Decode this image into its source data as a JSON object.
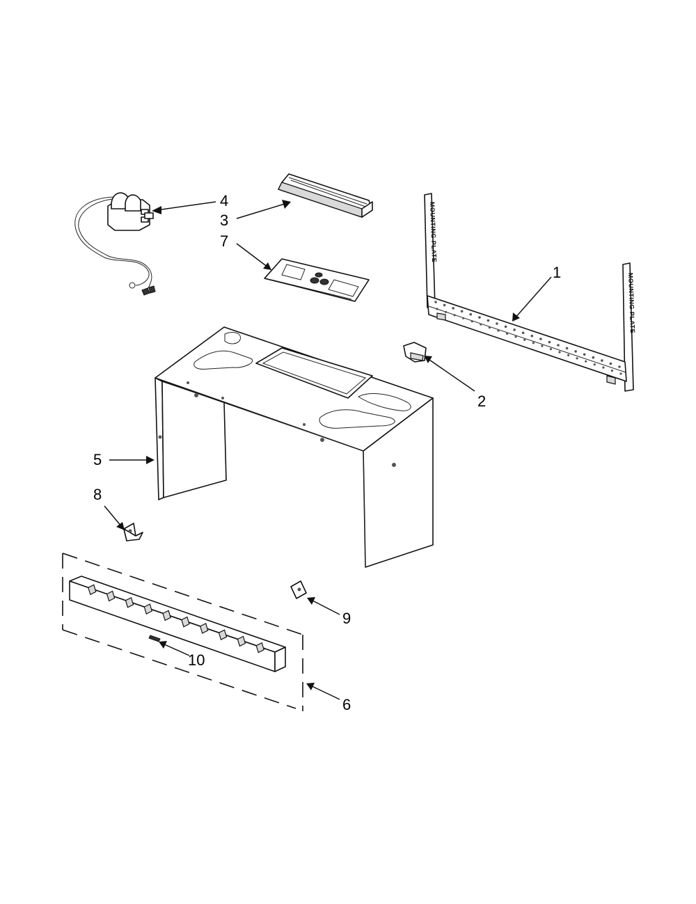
{
  "diagram": {
    "callouts": [
      {
        "id": "1",
        "label": "1"
      },
      {
        "id": "2",
        "label": "2"
      },
      {
        "id": "3",
        "label": "3"
      },
      {
        "id": "4",
        "label": "4"
      },
      {
        "id": "5",
        "label": "5"
      },
      {
        "id": "6",
        "label": "6"
      },
      {
        "id": "7",
        "label": "7"
      },
      {
        "id": "8",
        "label": "8"
      },
      {
        "id": "9",
        "label": "9"
      },
      {
        "id": "10",
        "label": "10"
      }
    ],
    "plate_text_left": "MOUNTING PLATE",
    "plate_text_right": "MOUNTING PLATE"
  }
}
